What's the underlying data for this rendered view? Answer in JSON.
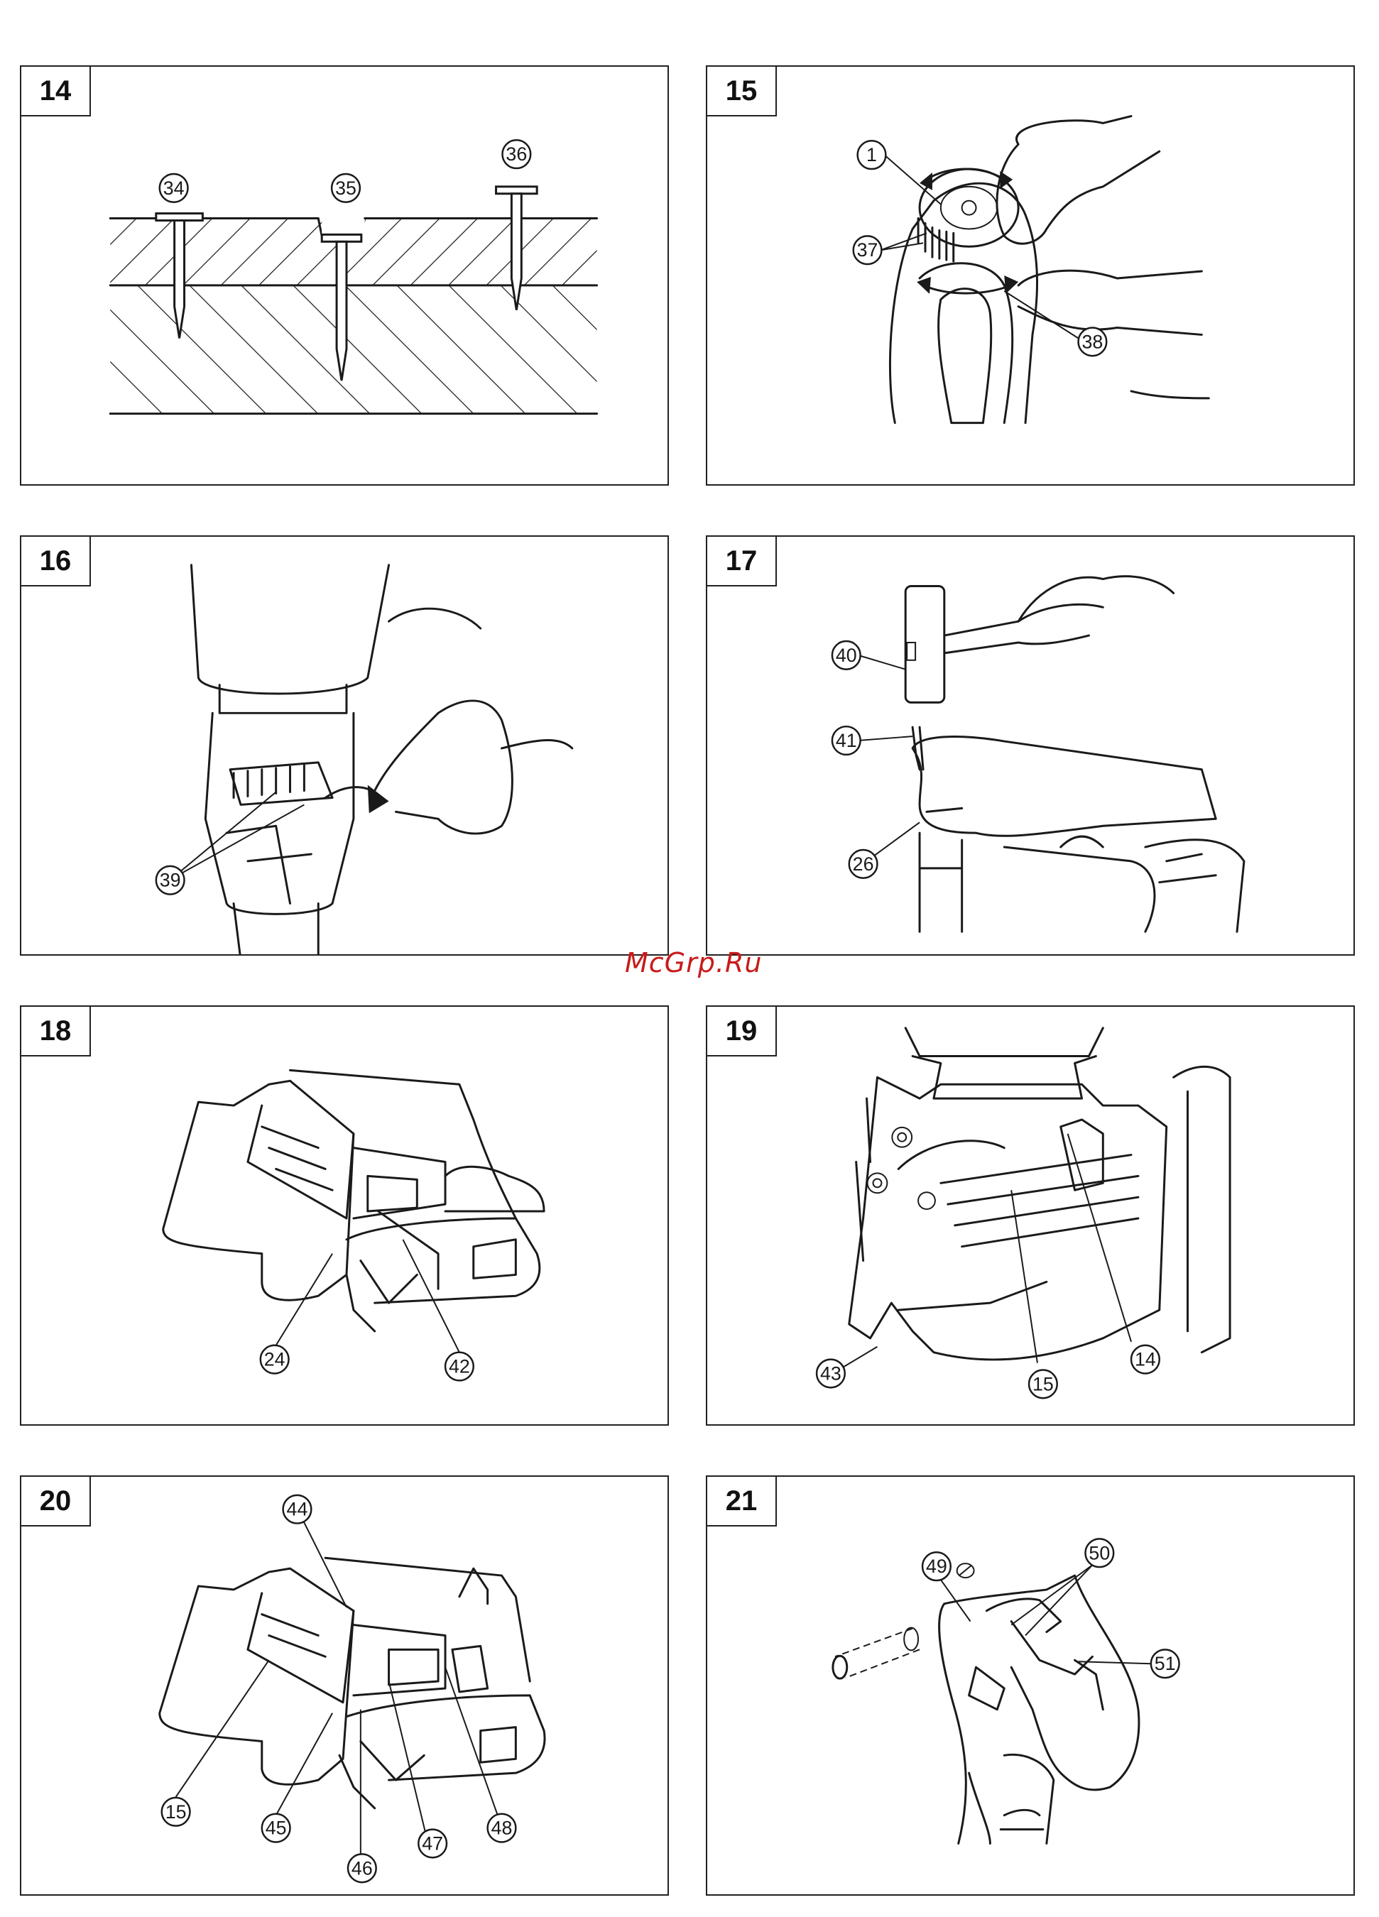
{
  "watermark": "McGrp.Ru",
  "figures": [
    {
      "number": "14",
      "callouts": [
        "34",
        "35",
        "36"
      ]
    },
    {
      "number": "15",
      "callouts": [
        "1",
        "37",
        "38"
      ]
    },
    {
      "number": "16",
      "callouts": [
        "39"
      ]
    },
    {
      "number": "17",
      "callouts": [
        "40",
        "41",
        "26"
      ]
    },
    {
      "number": "18",
      "callouts": [
        "24",
        "42"
      ]
    },
    {
      "number": "19",
      "callouts": [
        "43",
        "15",
        "14"
      ]
    },
    {
      "number": "20",
      "callouts": [
        "44",
        "15",
        "45",
        "46",
        "47",
        "48"
      ]
    },
    {
      "number": "21",
      "callouts": [
        "49",
        "50",
        "51"
      ]
    }
  ]
}
